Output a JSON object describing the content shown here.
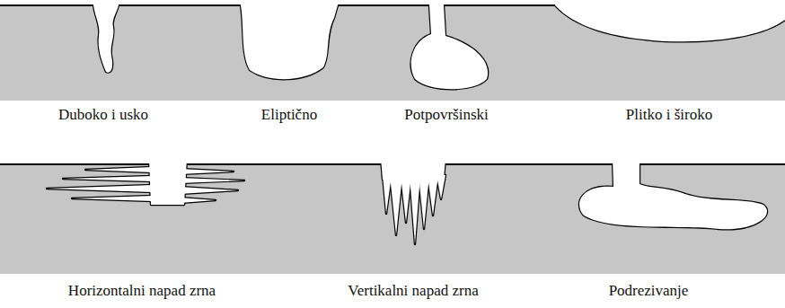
{
  "diagram": {
    "labels": [
      "Duboko i usko",
      "Eliptično",
      "Potpovršinski",
      "Plitko i široko",
      "Horizontalni napad zrna",
      "Vertikalni napad zrna",
      "Podrezivanje"
    ]
  }
}
